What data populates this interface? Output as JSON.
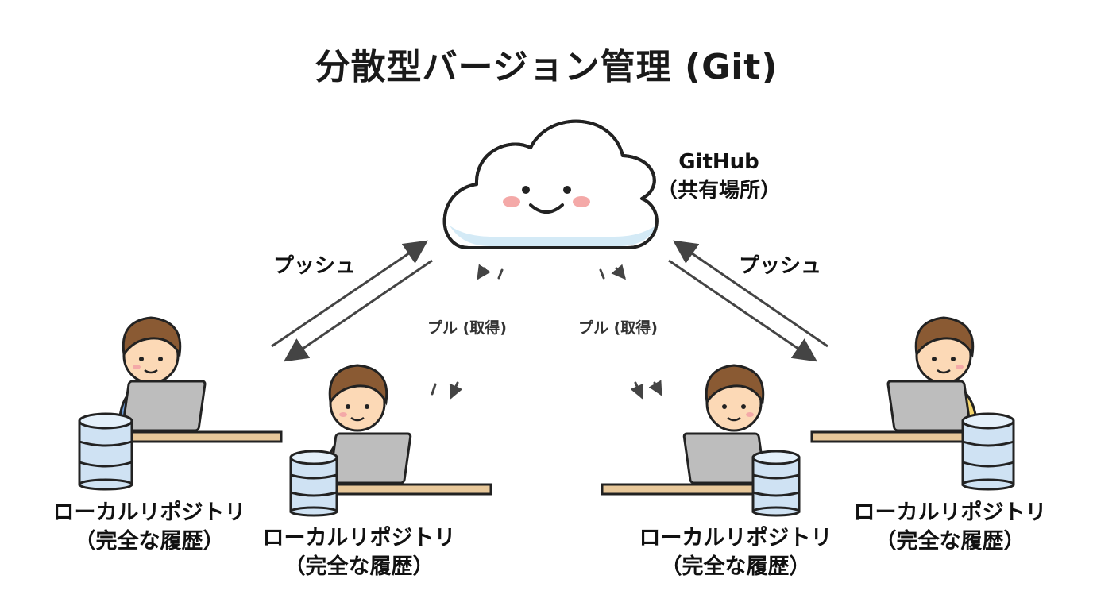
{
  "title": "分散型バージョン管理 (Git)",
  "cloud": {
    "name": "GitHub",
    "sub": "（共有場所）"
  },
  "push_labels": [
    "プッシュ",
    "プッシュ"
  ],
  "pull_labels": [
    "プル (取得)",
    "プル (取得)"
  ],
  "repos": [
    {
      "line1": "ローカルリポジトリ",
      "line2": "（完全な履歴）"
    },
    {
      "line1": "ローカルリポジトリ",
      "line2": "（完全な履歴）"
    },
    {
      "line1": "ローカルリポジトリ",
      "line2": "（完全な履歴）"
    },
    {
      "line1": "ローカルリポジトリ",
      "line2": "（完全な履歴）"
    }
  ],
  "colors": {
    "cloud_fill": "#ffffff",
    "cloud_shade": "#cfe8f5",
    "cheek": "#f4a9a8",
    "db_fill": "#cfe2f3",
    "desk": "#e8c89a",
    "laptop": "#bdbdbd",
    "hair": "#8a5a33",
    "skin": "#fcd9b6",
    "shirt_blue": "#6b9bd6",
    "shirt_red": "#ef8a7a",
    "shirt_green": "#7cc07a",
    "shirt_yellow": "#f4d56b",
    "arrow": "#444444"
  }
}
